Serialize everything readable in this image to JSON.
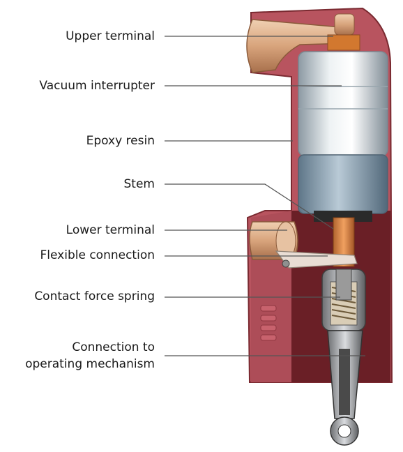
{
  "labels": [
    {
      "id": "upper-terminal",
      "text": "Upper terminal"
    },
    {
      "id": "vacuum-interrupter",
      "text": "Vacuum interrupter"
    },
    {
      "id": "epoxy-resin",
      "text": "Epoxy resin"
    },
    {
      "id": "stem",
      "text": "Stem"
    },
    {
      "id": "lower-terminal",
      "text": "Lower terminal"
    },
    {
      "id": "flexible-connection",
      "text": "Flexible connection"
    },
    {
      "id": "contact-force-spring",
      "text": "Contact force spring"
    },
    {
      "id": "connection-operating",
      "line1": "Connection to",
      "line2": "operating mechanism"
    }
  ],
  "colors": {
    "resin": "#b5565f",
    "resin_dark": "#6e2128",
    "copper": "#d9a77f",
    "interrupter": "#c8d2d8",
    "leader": "#555555"
  }
}
